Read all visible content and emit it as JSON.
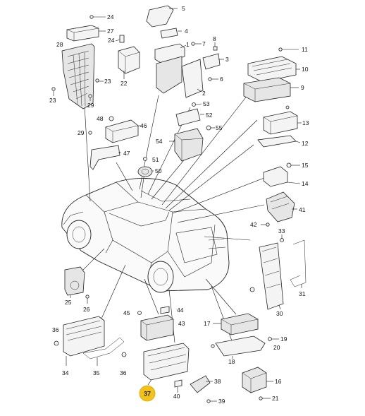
{
  "diagram": {
    "labels": {
      "p1": "1",
      "p2": "2",
      "p3": "3",
      "p4": "4",
      "p5": "5",
      "p6": "6",
      "p7": "7",
      "p8": "8",
      "p9": "9",
      "p10": "10",
      "p11": "11",
      "p12": "12",
      "p13": "13",
      "p14": "14",
      "p15": "15",
      "p16": "16",
      "p17": "17",
      "p18": "18",
      "p19": "19",
      "p20": "20",
      "p21": "21",
      "p22": "22",
      "p23": "23",
      "p23b": "23",
      "p24": "24",
      "p24b": "24",
      "p25": "25",
      "p26": "26",
      "p27": "27",
      "p28": "28",
      "p29": "29",
      "p29b": "29",
      "p30": "30",
      "p31": "31",
      "p33": "33",
      "p35": "35",
      "p36": "36",
      "p36b": "36",
      "p38": "38",
      "p39": "39",
      "p40": "40",
      "p41": "41",
      "p42": "42",
      "p43": "43",
      "p44": "44",
      "p45": "45",
      "p46": "46",
      "p47": "47",
      "p48": "48",
      "p50": "50",
      "p51": "51",
      "p52": "52",
      "p53": "53",
      "p54": "54",
      "p55": "55",
      "p34": "34"
    },
    "callout": {
      "label": "37",
      "color": "#f2c21b"
    }
  }
}
